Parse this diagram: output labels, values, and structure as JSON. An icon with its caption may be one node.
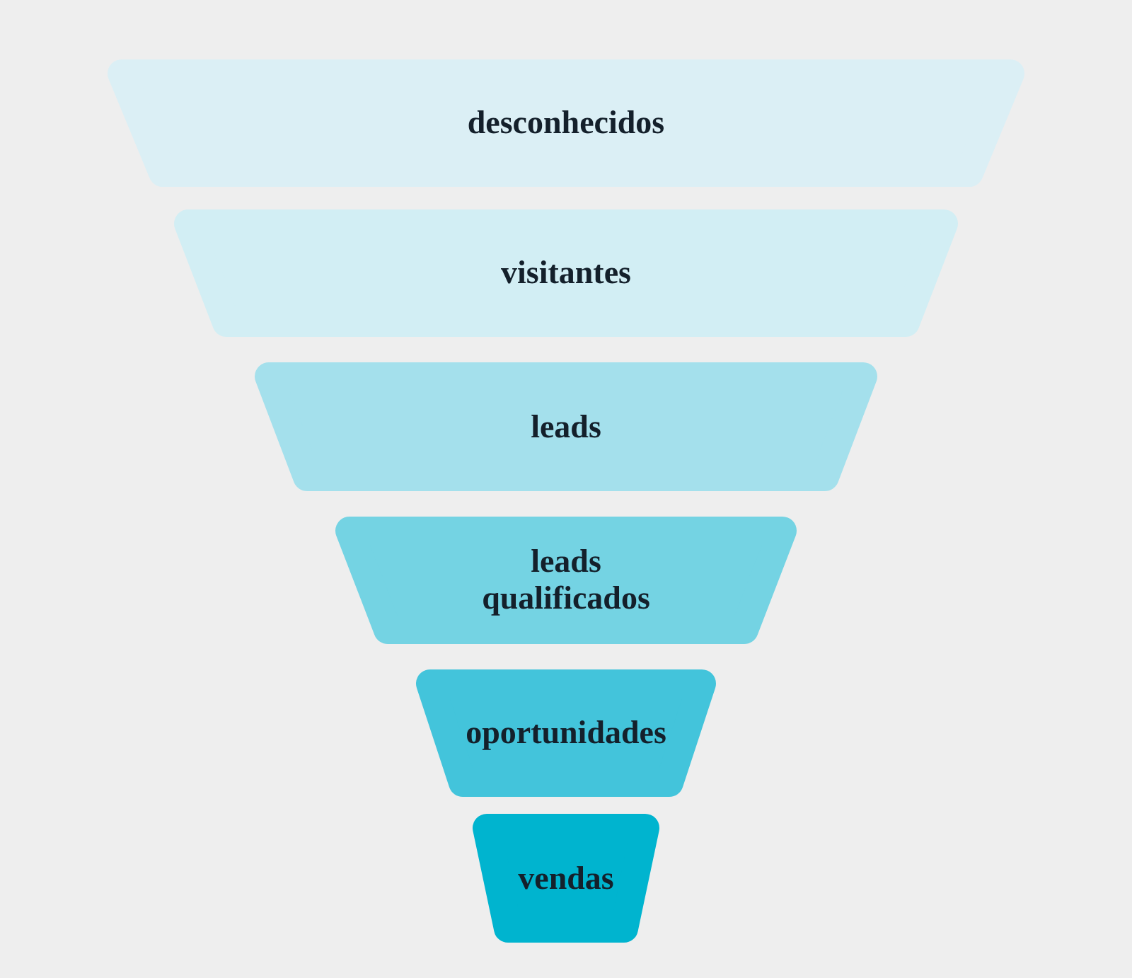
{
  "diagram": {
    "nodes": [
      {
        "text": [
          "desconhecidos"
        ]
      },
      {
        "text": [
          "visitantes"
        ]
      },
      {
        "text": [
          "leads"
        ]
      },
      {
        "text": [
          "leads qualificados"
        ]
      },
      {
        "text": [
          "oportunidades"
        ]
      },
      {
        "text": [
          "vendas"
        ]
      }
    ],
    "edges": []
  }
}
